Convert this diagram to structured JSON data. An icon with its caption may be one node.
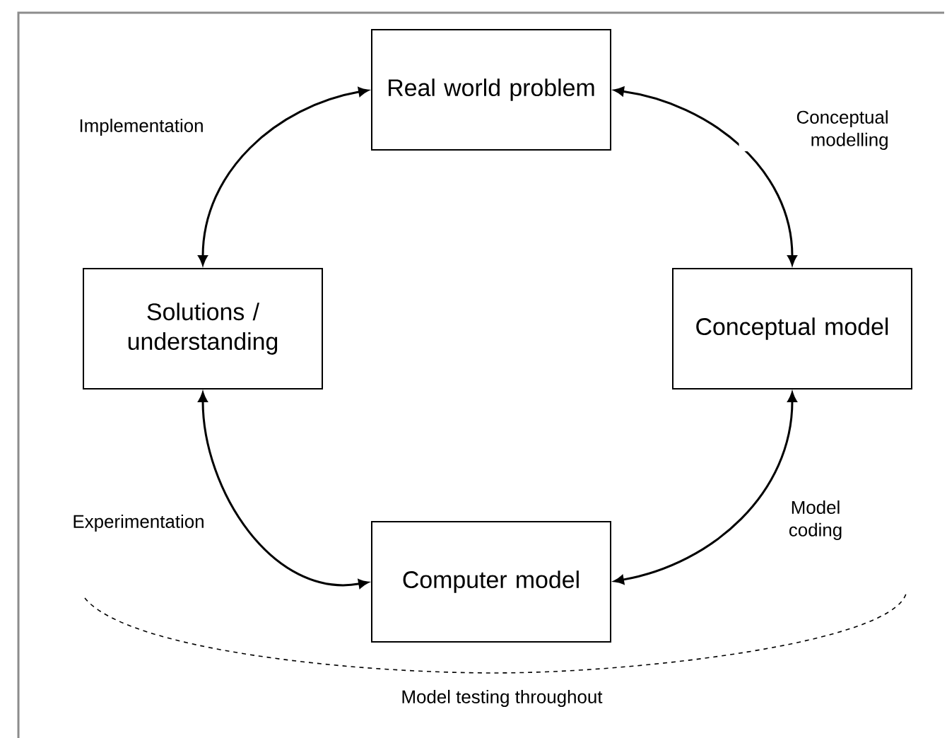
{
  "diagram": {
    "nodes": [
      {
        "text": [
          "Real world problem"
        ]
      },
      {
        "text": [
          "Conceptual model"
        ]
      },
      {
        "text": [
          "Computer model"
        ]
      },
      {
        "text": [
          "Solutions / understanding"
        ]
      }
    ],
    "edges": [
      {
        "from": 0,
        "to": 1,
        "arrow": "both",
        "label": "Conceptual modelling"
      },
      {
        "from": 1,
        "to": 2,
        "arrow": "both",
        "label": "Model coding"
      },
      {
        "from": 2,
        "to": 3,
        "arrow": "both",
        "label": "Experimentation"
      },
      {
        "from": 3,
        "to": 0,
        "arrow": "both",
        "label": "Implementation"
      }
    ],
    "labels": [
      "Model testing throughout"
    ]
  }
}
